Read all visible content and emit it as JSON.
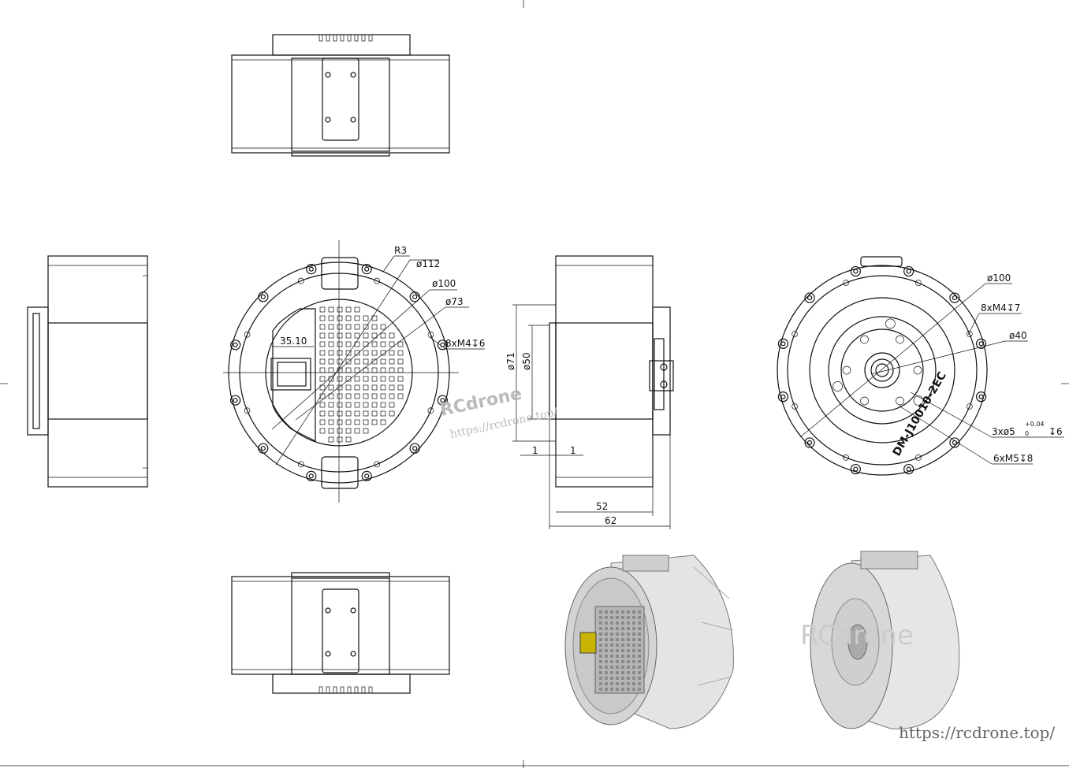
{
  "front_view": {
    "labels": {
      "r3": "R3",
      "d112": "ø112",
      "d100": "ø100",
      "d73": "ø73",
      "bolts": "8xM4↧6",
      "offset": "35.10"
    }
  },
  "side_view": {
    "labels": {
      "d71": "ø71",
      "d50": "ø50",
      "gap_left": "1",
      "gap_right": "1",
      "w52": "52",
      "w62": "62"
    }
  },
  "back_view": {
    "labels": {
      "d100": "ø100",
      "bolts": "8xM4↧7",
      "d40": "ø40",
      "pins": "3xø5",
      "pins_tol_upper": "+0.04",
      "pins_tol_lower": "0",
      "pins_depth": "↧6",
      "threads": "6xM5↧8",
      "model": "DM-J10010-2EC"
    }
  },
  "watermarks": {
    "brand": "RCdrone",
    "url_small": "https://rcdrone.top/",
    "url": "https://rcdrone.top/"
  },
  "colors": {
    "line": "#111111",
    "render_body": "#d9d9d9",
    "render_shadow": "#9a9a9a",
    "connector": "#c8b400"
  }
}
